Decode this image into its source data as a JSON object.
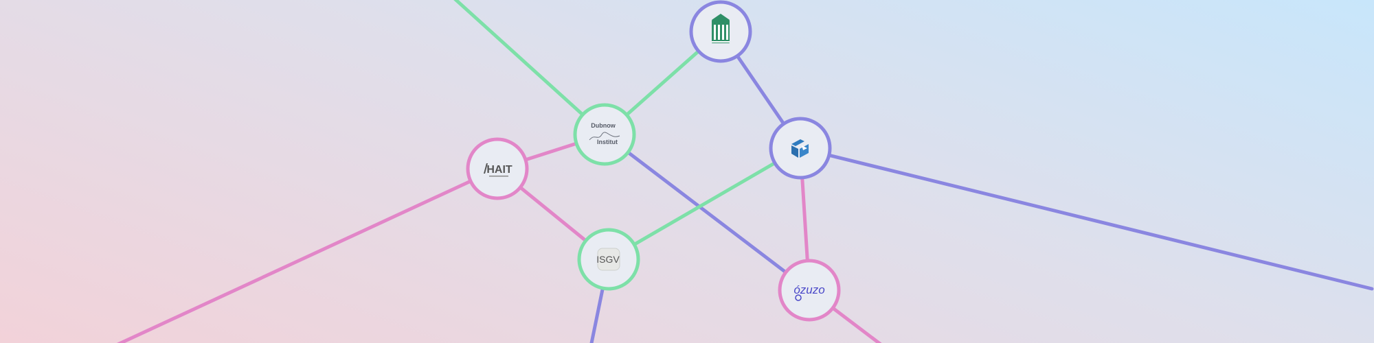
{
  "colors": {
    "green": "#7de0a8",
    "purple": "#8a86e0",
    "pink": "#e286c8"
  },
  "nodes": [
    {
      "id": "building",
      "label": "",
      "icon": "building-logo-icon",
      "ring": "purple"
    },
    {
      "id": "dubnow",
      "label": "",
      "icon": "dubnow-logo-icon",
      "ring": "green"
    },
    {
      "id": "hait",
      "label": "",
      "icon": "hait-logo-icon",
      "ring": "pink"
    },
    {
      "id": "cube",
      "label": "",
      "icon": "cube-logo-icon",
      "ring": "purple"
    },
    {
      "id": "isgv",
      "label": "",
      "icon": "isgv-logo-icon",
      "ring": "green"
    },
    {
      "id": "ozo",
      "label": "",
      "icon": "ozo-logo-icon",
      "ring": "pink"
    }
  ],
  "logos": {
    "dubnow": {
      "line1": "Dubnow",
      "line2": "Institut"
    },
    "hait": {
      "text": "HAIT"
    },
    "isgv": {
      "text": "ISGV"
    },
    "ozo": {
      "text": "ózuzo"
    }
  },
  "edges": [
    {
      "from": "offscreen-top-left",
      "to": "dubnow",
      "color": "green"
    },
    {
      "from": "dubnow",
      "to": "building",
      "color": "green"
    },
    {
      "from": "building",
      "to": "cube",
      "color": "purple"
    },
    {
      "from": "hait",
      "to": "dubnow",
      "color": "pink"
    },
    {
      "from": "dubnow",
      "to": "ozo",
      "color": "purple"
    },
    {
      "from": "hait",
      "to": "isgv",
      "color": "pink"
    },
    {
      "from": "offscreen-bottom-left",
      "to": "hait",
      "color": "pink"
    },
    {
      "from": "isgv",
      "to": "cube",
      "color": "green"
    },
    {
      "from": "cube",
      "to": "offscreen-right",
      "color": "purple"
    },
    {
      "from": "cube",
      "to": "ozo",
      "color": "pink"
    },
    {
      "from": "isgv",
      "to": "offscreen-bottom",
      "color": "purple"
    },
    {
      "from": "ozo",
      "to": "offscreen-bottom-right",
      "color": "pink"
    }
  ]
}
